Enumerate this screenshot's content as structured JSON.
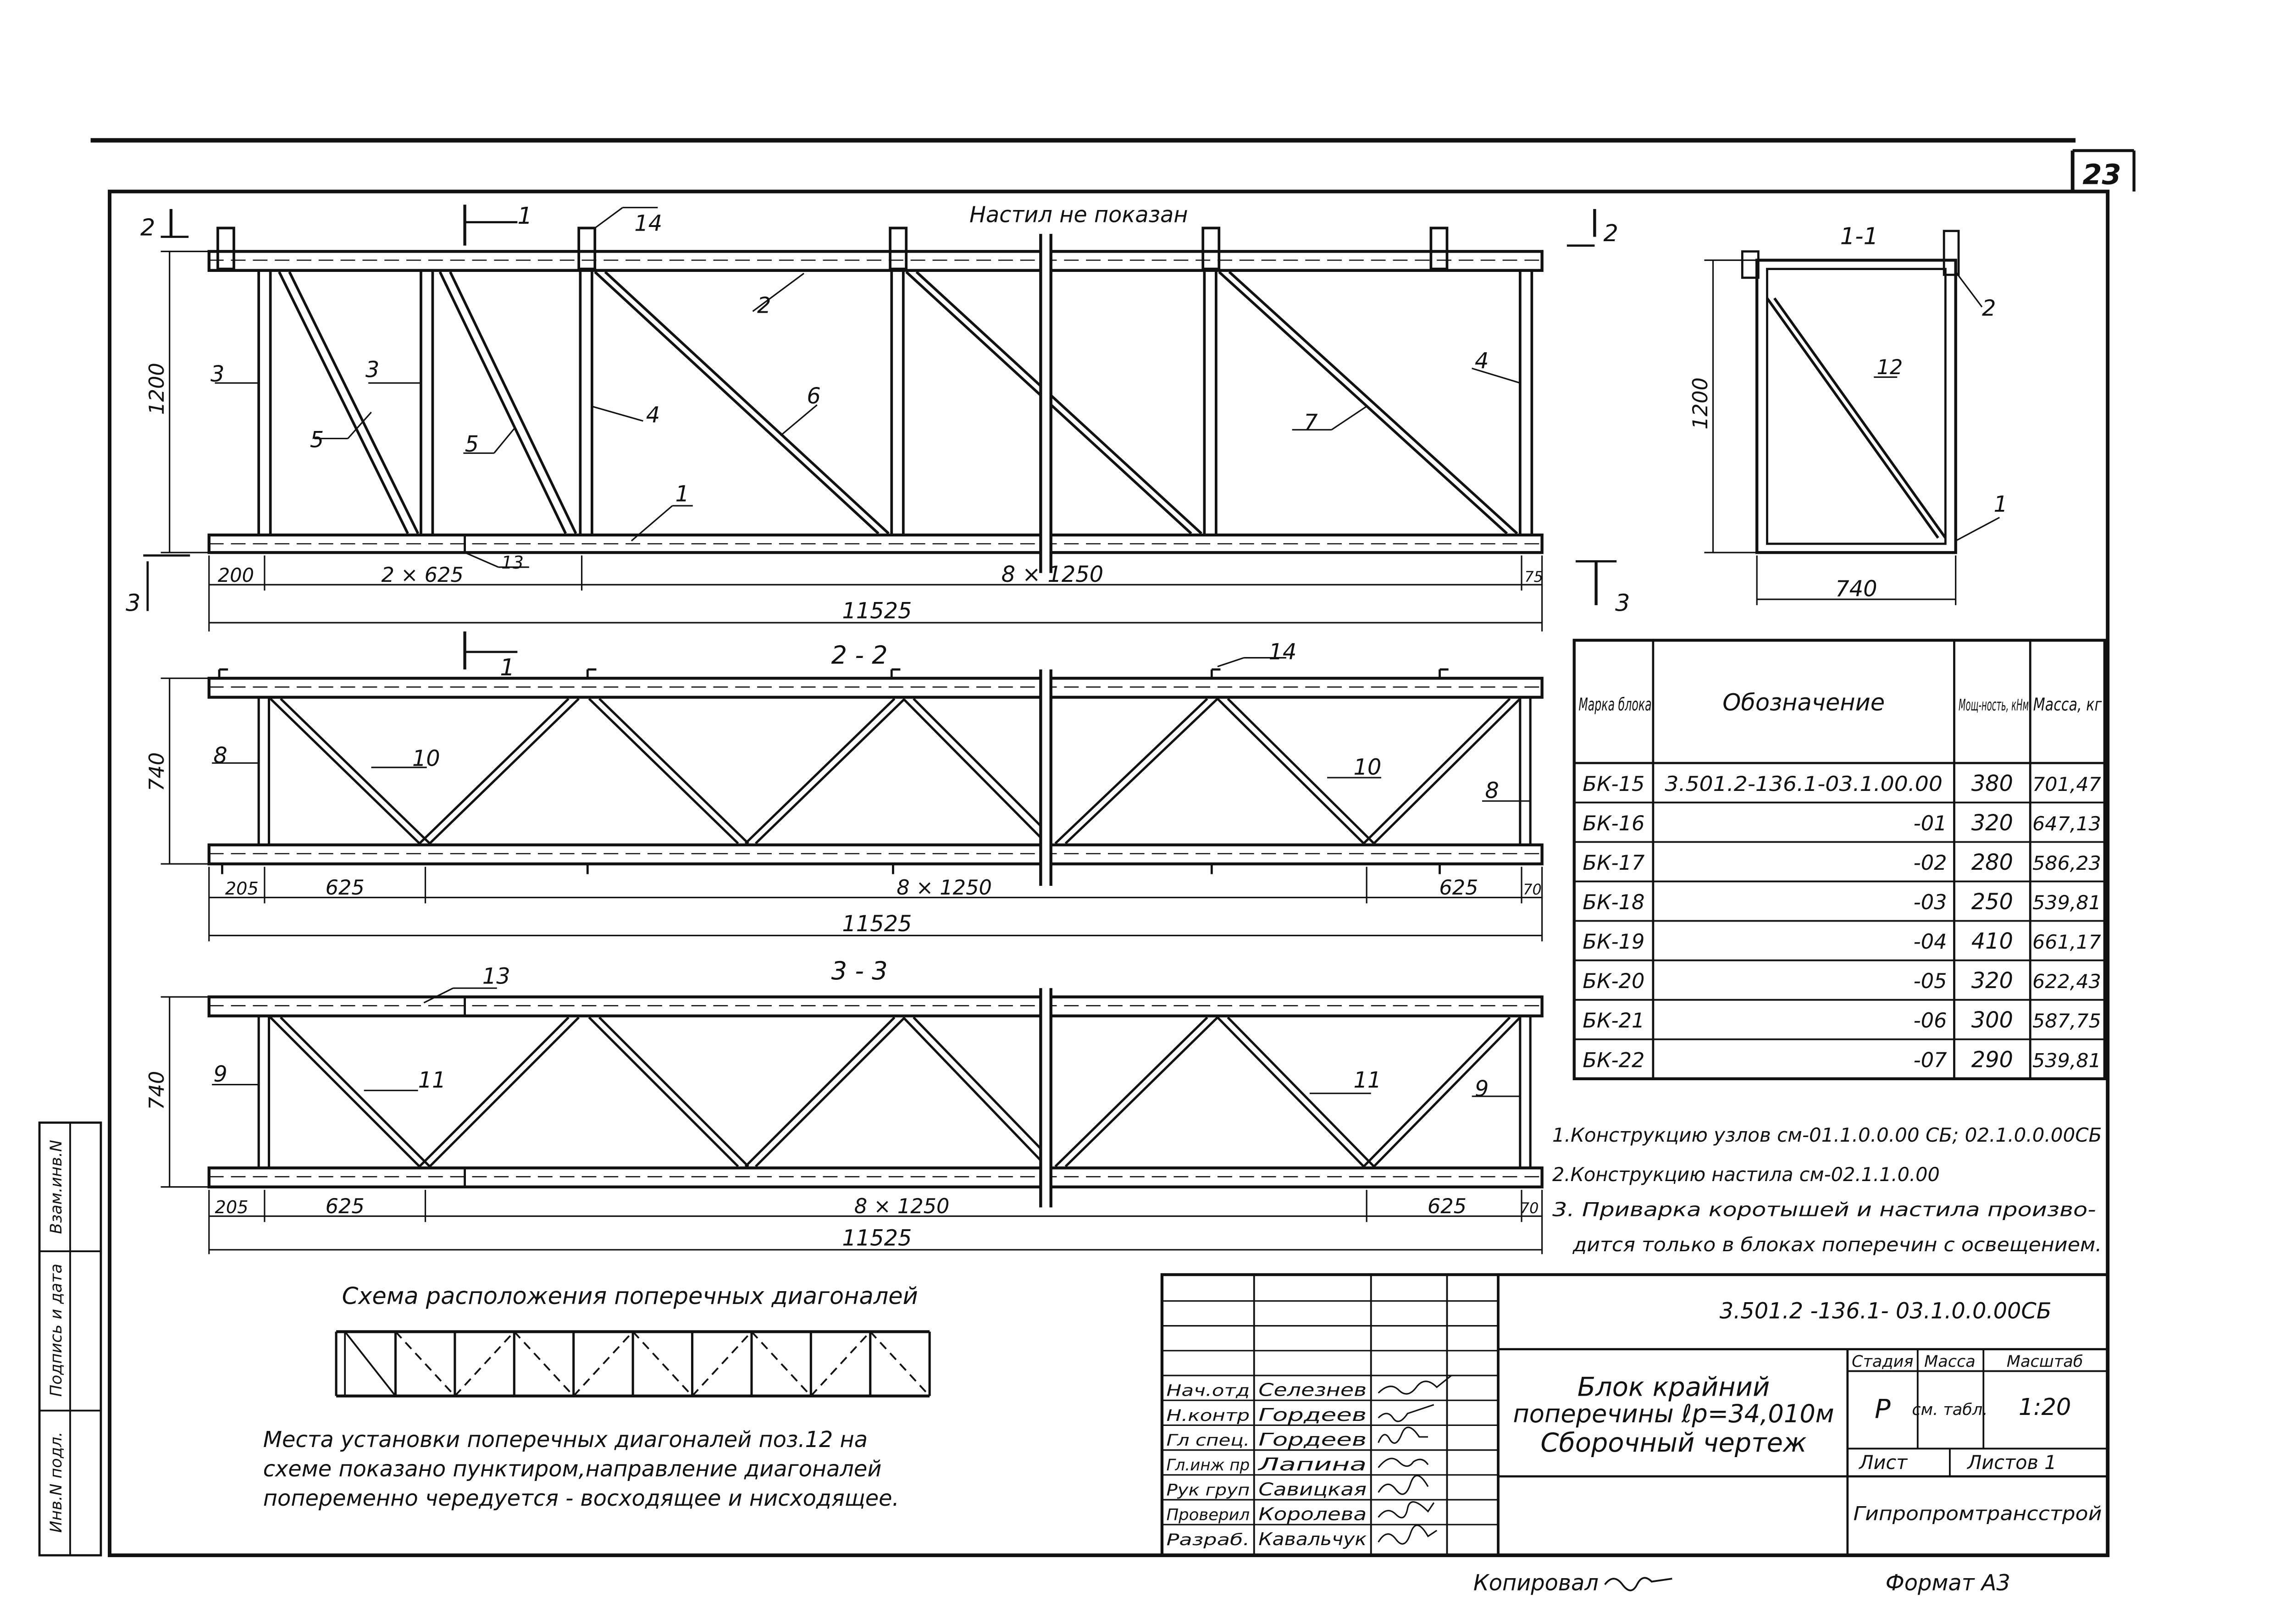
{
  "sheet_number": "23",
  "headings": {
    "deck_not_shown": "Настил не показан",
    "section_1_1": "1-1",
    "section_2_2": "2 - 2",
    "section_3_3": "3 - 3",
    "section_marks": [
      "1",
      "1",
      "2",
      "2",
      "3",
      "3"
    ]
  },
  "callouts": {
    "elevation": [
      "14",
      "2",
      "3",
      "3",
      "4",
      "5",
      "5",
      "6",
      "4",
      "7",
      "1",
      "13"
    ],
    "plan_2_2": [
      "14",
      "8",
      "10",
      "10",
      "8"
    ],
    "plan_3_3": [
      "13",
      "9",
      "11",
      "11",
      "9"
    ],
    "section_1_1": [
      "2",
      "12",
      "1"
    ]
  },
  "dimensions": {
    "elevation": {
      "height": "1200",
      "left": "200",
      "left_span": "2 × 625",
      "mid_span": "8 × 1250",
      "right": "75",
      "total": "11525"
    },
    "plan_2_2": {
      "height": "740",
      "left": "205",
      "left_span": "625",
      "mid_span": "8 × 1250",
      "right_span": "625",
      "right": "70",
      "total": "11525"
    },
    "plan_3_3": {
      "height": "740",
      "left": "205",
      "left_span": "625",
      "mid_span": "8 × 1250",
      "right_span": "625",
      "right": "70",
      "total": "11525"
    },
    "section_1_1": {
      "height": "1200",
      "width": "740"
    }
  },
  "table": {
    "headers": [
      "Марка блока",
      "Обозначение",
      "Мощ-ность, кНм",
      "Масса, кг"
    ],
    "rows": [
      [
        "БК-15",
        "3.501.2-136.1-03.1.00.00",
        "380",
        "701,47"
      ],
      [
        "БК-16",
        "-01",
        "320",
        "647,13"
      ],
      [
        "БК-17",
        "-02",
        "280",
        "586,23"
      ],
      [
        "БК-18",
        "-03",
        "250",
        "539,81"
      ],
      [
        "БК-19",
        "-04",
        "410",
        "661,17"
      ],
      [
        "БК-20",
        "-05",
        "320",
        "622,43"
      ],
      [
        "БК-21",
        "-06",
        "300",
        "587,75"
      ],
      [
        "БК-22",
        "-07",
        "290",
        "539,81"
      ]
    ]
  },
  "notes": [
    "1.Конструкцию узлов см-01.1.0.0.00 СБ; 02.1.0.0.00СБ",
    "2.Конструкцию настила см-02.1.1.0.00",
    "3. Приварка коротышей и настила произво-",
    "дится только в блоках поперечин с освещением."
  ],
  "scheme": {
    "title": "Схема расположения поперечных диагоналей",
    "note_lines": [
      "Места установки поперечных диагоналей поз.12 на",
      "схеме показано пунктиром,направление диагоналей",
      "попеременно чередуется - восходящее и нисходящее."
    ]
  },
  "side_stamp": [
    "Инв.N подл.",
    "Подпись и дата",
    "Взам.инв.N"
  ],
  "title_block": {
    "code": "3.501.2 -136.1- 03.1.0.0.00СБ",
    "title_lines": [
      "Блок крайний",
      "поперечины ℓp=34,010м",
      "Сборочный чертеж"
    ],
    "roles": [
      [
        "Нач.отд",
        "Селезнев"
      ],
      [
        "Н.контр",
        "Гордеев"
      ],
      [
        "Гл спец.",
        "Гордеев"
      ],
      [
        "Гл.инж пр",
        "Лапина"
      ],
      [
        "Рук груп",
        "Савицкая"
      ],
      [
        "Проверил",
        "Королева"
      ],
      [
        "Разраб.",
        "Кавальчук"
      ]
    ],
    "stage_label": "Стадия",
    "mass_label": "Масса",
    "scale_label": "Масштаб",
    "stage": "Р",
    "mass_value": "см. табл.",
    "scale": "1:20",
    "sheet_label": "Лист",
    "sheets_label": "Листов 1",
    "org": "Гипропромтрансстрой"
  },
  "footer": {
    "copied": "Копировал",
    "format": "Формат А3"
  }
}
